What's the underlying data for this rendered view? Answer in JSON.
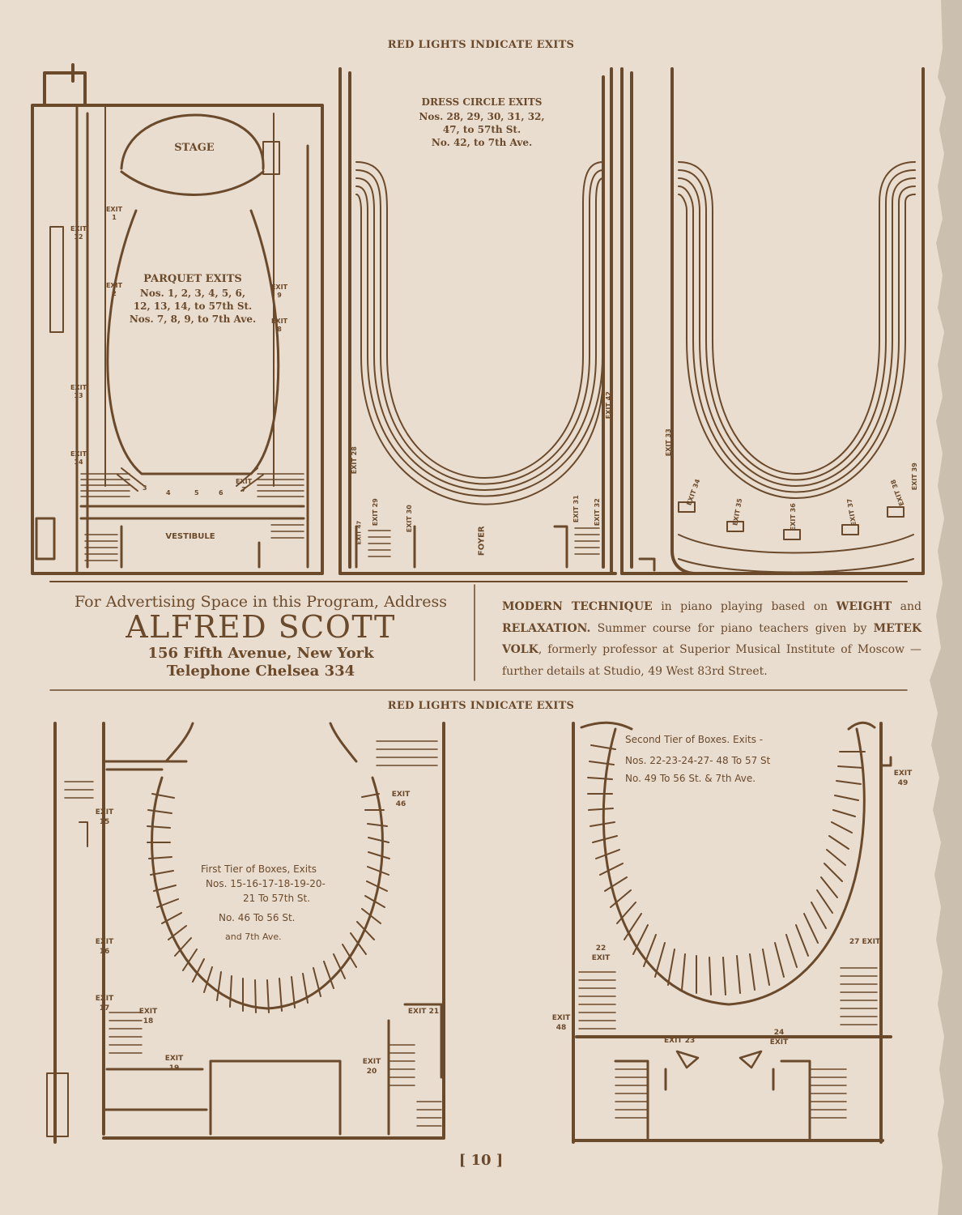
{
  "headings": {
    "top": "RED LIGHTS INDICATE EXITS",
    "bottom": "RED LIGHTS INDICATE EXITS"
  },
  "parquet": {
    "stage": "STAGE",
    "vestibule": "VESTIBULE",
    "title": "PARQUET EXITS",
    "line1": "Nos. 1, 2, 3, 4, 5, 6,",
    "line2": "12, 13, 14, to 57th St.",
    "line3": "Nos. 7, 8, 9, to 7th Ave."
  },
  "dress_circle": {
    "title": "DRESS CIRCLE EXITS",
    "line1": "Nos. 28, 29, 30, 31, 32,",
    "line2": "47, to 57th St.",
    "line3": "No. 42, to 7th Ave.",
    "foyer": "FOYER"
  },
  "ad_left": {
    "line1": "For Advertising Space in this Program, Address",
    "name": "ALFRED SCOTT",
    "address": "156 Fifth Avenue, New York",
    "phone": "Telephone Chelsea 334"
  },
  "ad_right": {
    "b1": "MODERN TECHNIQUE",
    "t1": " in piano playing based on ",
    "b2": "WEIGHT",
    "t2": " and ",
    "b3": "RELAXATION.",
    "t3": " Summer course for piano teachers given by ",
    "b4": "METEK VOLK",
    "t4": ", formerly professor at Superior Musical Institute of Moscow —further details at Studio, 49 West 83rd Street."
  },
  "first_tier": {
    "line1": "First Tier of Boxes, Exits",
    "line2": "Nos. 15-16-17-18-19-20-",
    "line3": "21 To 57th St.",
    "line4": "No. 46 To 56 St.",
    "line5": "and 7th Ave."
  },
  "second_tier": {
    "line1": "Second Tier of Boxes. Exits -",
    "line2": "Nos. 22-23-24-27- 48 To 57 St",
    "line3": "No. 49 To 56 St. & 7th Ave."
  },
  "exit_labels": {
    "e1": "EXIT 1",
    "e2": "EXIT 2",
    "e3": "3",
    "e4": "4",
    "e5": "5",
    "e6": "6",
    "e7": "EXIT 7",
    "e8": "EXIT 8",
    "e9": "EXIT 9",
    "e12": "EXIT 12",
    "e13": "EXIT 13",
    "e14": "EXIT 14",
    "e28": "EXIT 28",
    "e29": "EXIT 29",
    "e30": "EXIT 30",
    "e31": "EXIT 31",
    "e32": "EXIT 32",
    "e33": "EXIT 33",
    "e34": "EXIT 34",
    "e35": "EXIT 35",
    "e36": "EXIT 36",
    "e37": "EXIT 37",
    "e38": "EXIT 38",
    "e39": "EXIT 39",
    "e42": "EXIT 42",
    "e47": "EXIT 47",
    "e15": "EXIT 15",
    "e16": "EXIT 16",
    "e17": "EXIT 17",
    "e18": "EXIT 18",
    "e19": "EXIT 19",
    "e20": "EXIT 20",
    "e21": "EXIT 21",
    "e46": "EXIT 46",
    "e22": "22 EXIT",
    "e23": "EXIT 23",
    "e24": "24 EXIT",
    "e27": "27 EXIT",
    "e48": "EXIT 48",
    "e49": "EXIT 49"
  },
  "page_number": "[ 10 ]",
  "colors": {
    "ink": "#6b4a2b",
    "paper": "#e9ddd0"
  }
}
